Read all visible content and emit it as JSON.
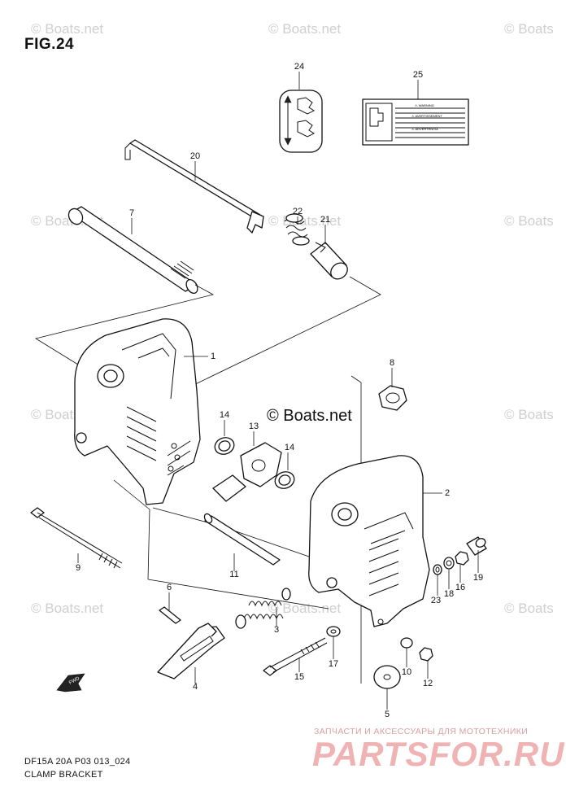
{
  "figure": {
    "title": "FIG.24",
    "code": "DF15A 20A P03 013_024",
    "name": "CLAMP BRACKET"
  },
  "watermarks": {
    "text": "© Boats.net",
    "center_text": "© Boats.net",
    "partial_right": "© Boats"
  },
  "shop": {
    "tagline": "ЗАПЧАСТИ И АКСЕССУАРЫ ДЛЯ МОТОТЕХНИКИ",
    "logo": "PARTSFOR.RU"
  },
  "labels": {
    "fwd": "FWD",
    "decal_warning": "⚠ WARNING",
    "decal_avertissement": "⚠ AVERTISSEMENT",
    "decal_advertencia": "⚠ ADVERTENCIA"
  },
  "callouts": {
    "c1": "1",
    "c2": "2",
    "c3": "3",
    "c4": "4",
    "c5": "5",
    "c6": "6",
    "c7": "7",
    "c8": "8",
    "c9": "9",
    "c10": "10",
    "c11": "11",
    "c12": "12",
    "c13": "13",
    "c14a": "14",
    "c14b": "14",
    "c15": "15",
    "c16": "16",
    "c17": "17",
    "c18": "18",
    "c19": "19",
    "c20": "20",
    "c21": "21",
    "c22": "22",
    "c23": "23",
    "c24": "24",
    "c25": "25"
  }
}
